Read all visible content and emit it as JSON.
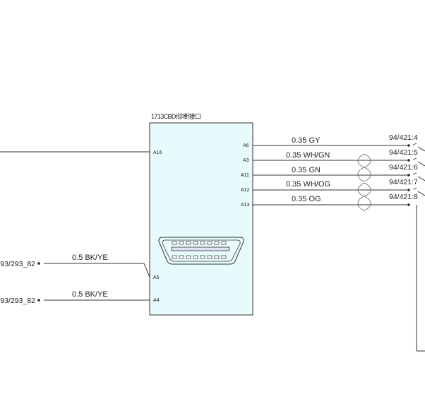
{
  "component": {
    "title": "1713CBDI诊断接口",
    "fill_color": "#e8fbfc",
    "stroke_color": "#333333"
  },
  "pins": [
    {
      "id": "A16",
      "label": "A16"
    },
    {
      "id": "A6",
      "label": "A6"
    },
    {
      "id": "A3",
      "label": "A3"
    },
    {
      "id": "A11",
      "label": "A11"
    },
    {
      "id": "A12",
      "label": "A12"
    },
    {
      "id": "A13",
      "label": "A13"
    },
    {
      "id": "A5",
      "label": "A5"
    },
    {
      "id": "A4",
      "label": "A4"
    }
  ],
  "right_wires": [
    {
      "pin": "A6",
      "spec": "0.35  GY",
      "connector": "94/421:4"
    },
    {
      "pin": "A3",
      "spec": "0.35  WH/GN",
      "connector": "94/421:5"
    },
    {
      "pin": "A11",
      "spec": "0.35  GN",
      "connector": "94/421:6"
    },
    {
      "pin": "A12",
      "spec": "0.35  WH/OG",
      "connector": "94/421:7"
    },
    {
      "pin": "A13",
      "spec": "0.35  OG",
      "connector": "94/421:8"
    }
  ],
  "left_wires": [
    {
      "pin": "A5",
      "spec": "0.5  BK/YE",
      "connector": "93/293_82"
    },
    {
      "pin": "A4",
      "spec": "0.5  BK/YE",
      "connector": "93/293_82"
    }
  ],
  "twisted_pairs": [
    {
      "wires": [
        "A3",
        "A11"
      ]
    },
    {
      "wires": [
        "A12",
        "A13"
      ]
    }
  ],
  "obd_connector": {
    "icon": "obd-port-icon"
  },
  "line_color": "#333333"
}
